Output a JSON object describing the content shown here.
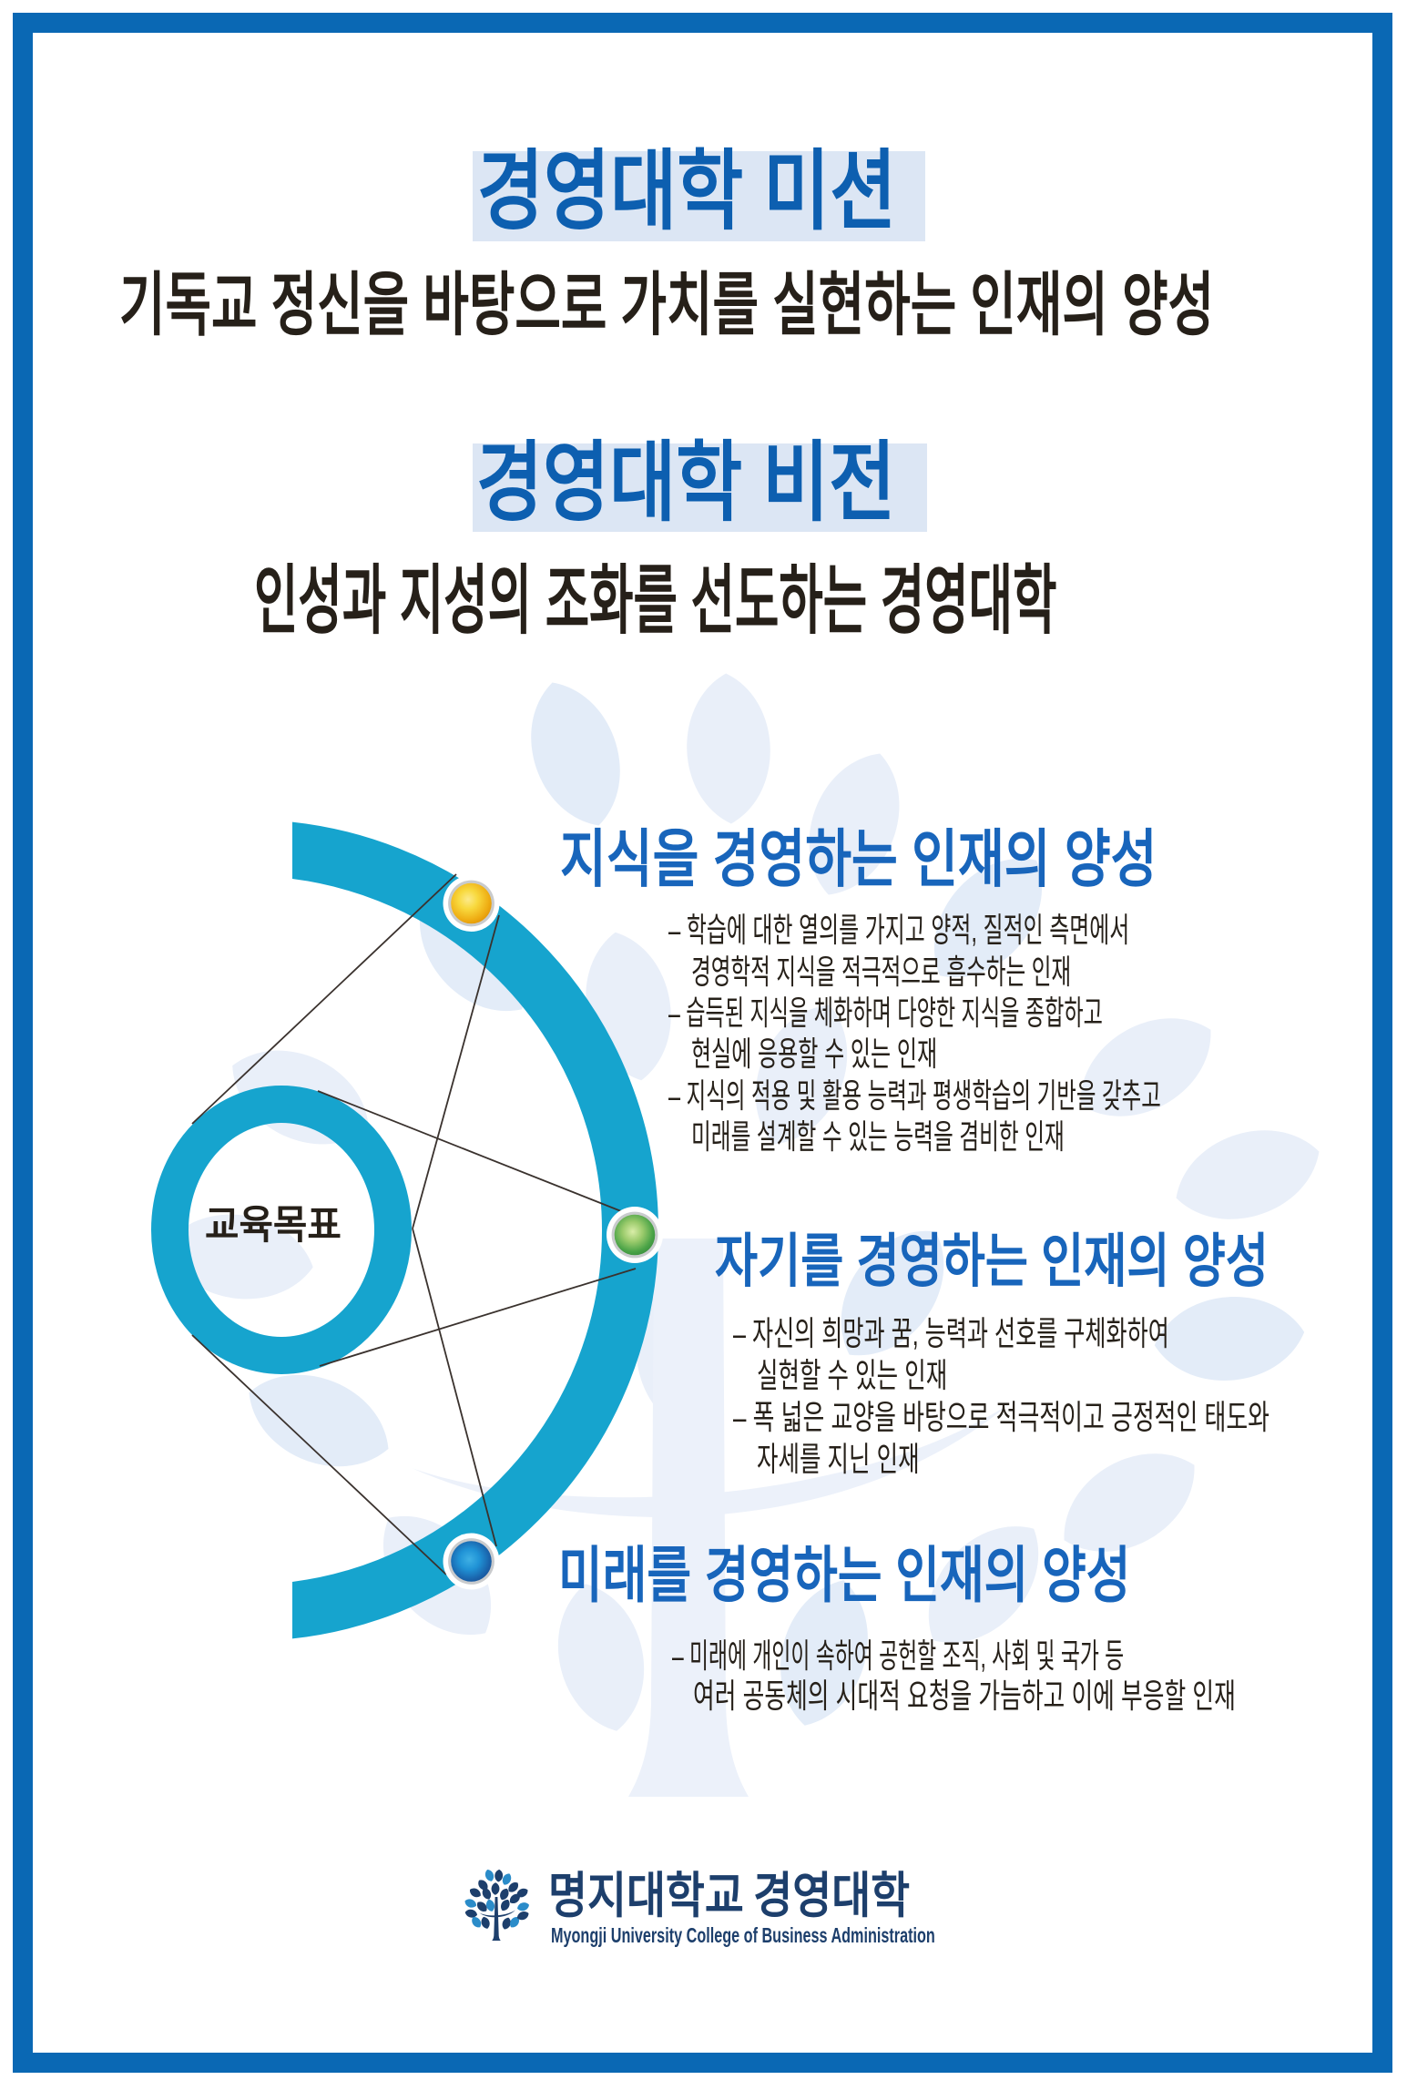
{
  "poster": {
    "mission": {
      "title": "경영대학 미션",
      "subtitle": "기독교 정신을 바탕으로 가치를 실현하는 인재의 양성"
    },
    "vision": {
      "title": "경영대학 비전",
      "subtitle": "인성과 지성의 조화를 선도하는 경영대학"
    },
    "diagram": {
      "center_label": "교육목표",
      "node_colors": {
        "knowledge": "#f2ae12",
        "self": "#4aa346",
        "future": "#1c64ab"
      }
    },
    "goals": [
      {
        "title": "지식을 경영하는 인재의 양성",
        "lines": [
          "– 학습에 대한 열의를 가지고 양적, 질적인 측면에서",
          "경영학적 지식을 적극적으로 흡수하는 인재",
          "– 습득된 지식을 체화하며 다양한 지식을 종합하고",
          "현실에 응용할 수 있는 인재",
          "– 지식의 적용 및 활용 능력과 평생학습의 기반을 갖추고",
          "미래를 설계할 수 있는 능력을 겸비한 인재"
        ]
      },
      {
        "title": "자기를 경영하는 인재의 양성",
        "lines": [
          "– 자신의 희망과 꿈, 능력과 선호를 구체화하여",
          "실현할 수 있는 인재",
          "– 폭 넓은 교양을 바탕으로 적극적이고 긍정적인 태도와",
          "자세를 지닌 인재"
        ]
      },
      {
        "title": "미래를 경영하는 인재의 양성",
        "lines": [
          "– 미래에 개인이 속하여 공헌할 조직, 사회 및 국가 등",
          "여러 공동체의 시대적 요청을 가늠하고 이에 부응할 인재"
        ]
      }
    ],
    "footer": {
      "logo_korean_university": "명지대학교",
      "logo_korean_college": "경영대학",
      "logo_english": "Myongji University College of Business Administration"
    },
    "colors": {
      "frame_blue": "#0a68b4",
      "title_blue": "#0d5fb0",
      "heading_blue": "#1865bb",
      "highlight": "#dce6f4",
      "teal": "#16a4ce",
      "logo_navy": "#1d3f6c",
      "logo_lightblue": "#2b8cc9"
    }
  }
}
